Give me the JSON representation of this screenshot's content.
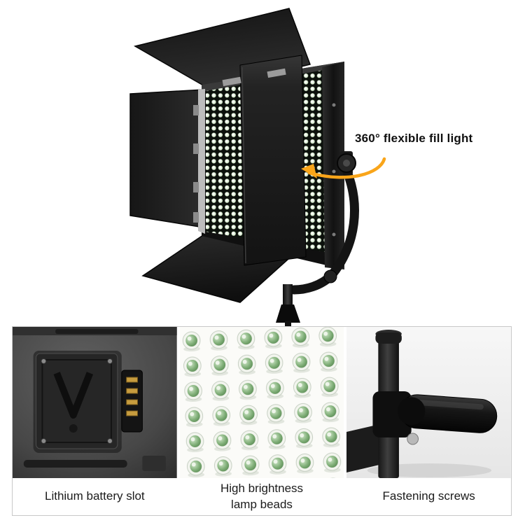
{
  "hero": {
    "annotation_label": "360° flexible fill light"
  },
  "details": {
    "panels": [
      {
        "caption": "Lithium battery slot"
      },
      {
        "caption": "High brightness lamp beads"
      },
      {
        "caption": "Fastening screws"
      }
    ]
  },
  "colors": {
    "accent_orange": "#F9A51A",
    "led_bead_green": "#7FAE77"
  }
}
